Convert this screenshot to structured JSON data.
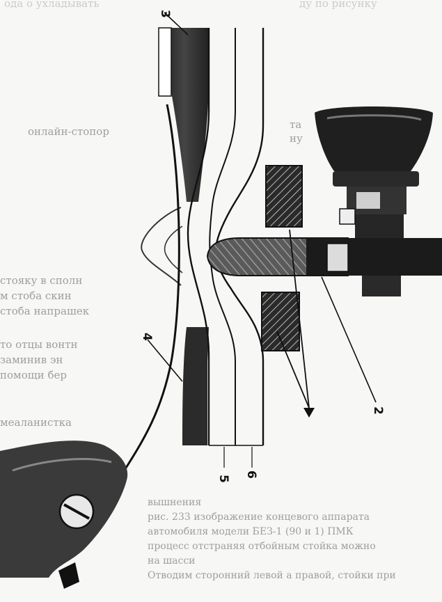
{
  "figure": {
    "callouts": [
      {
        "id": "callout-2",
        "label": "2"
      },
      {
        "id": "callout-3",
        "label": "3"
      },
      {
        "id": "callout-4",
        "label": "4"
      },
      {
        "id": "callout-5",
        "label": "5"
      },
      {
        "id": "callout-6",
        "label": "6"
      }
    ]
  },
  "bleed_text": {
    "top_left": "ода о ухладывать",
    "top_right": "ду по рисунку",
    "caption_left": "онлайн-стопор",
    "left_lines": [
      "стояку в сполн",
      "м стоба скин",
      "стоба напрашек"
    ],
    "left_lines_2": [
      "то отцы вонтн",
      "заминив эн",
      "помощи бер"
    ],
    "left_lines_3": "меаланистка",
    "right_fragments": [
      "та",
      "ну"
    ],
    "bottom_lines": [
      "вышнения",
      "рис. 233 изображение концевого аппарата",
      "автомобиля модели БЕЗ-1 (90 и 1) ПМК",
      "процесс отстраняя отбойным стойка можно",
      "на шасси",
      "Отводим сторонний левой а правой, стойки при"
    ]
  }
}
